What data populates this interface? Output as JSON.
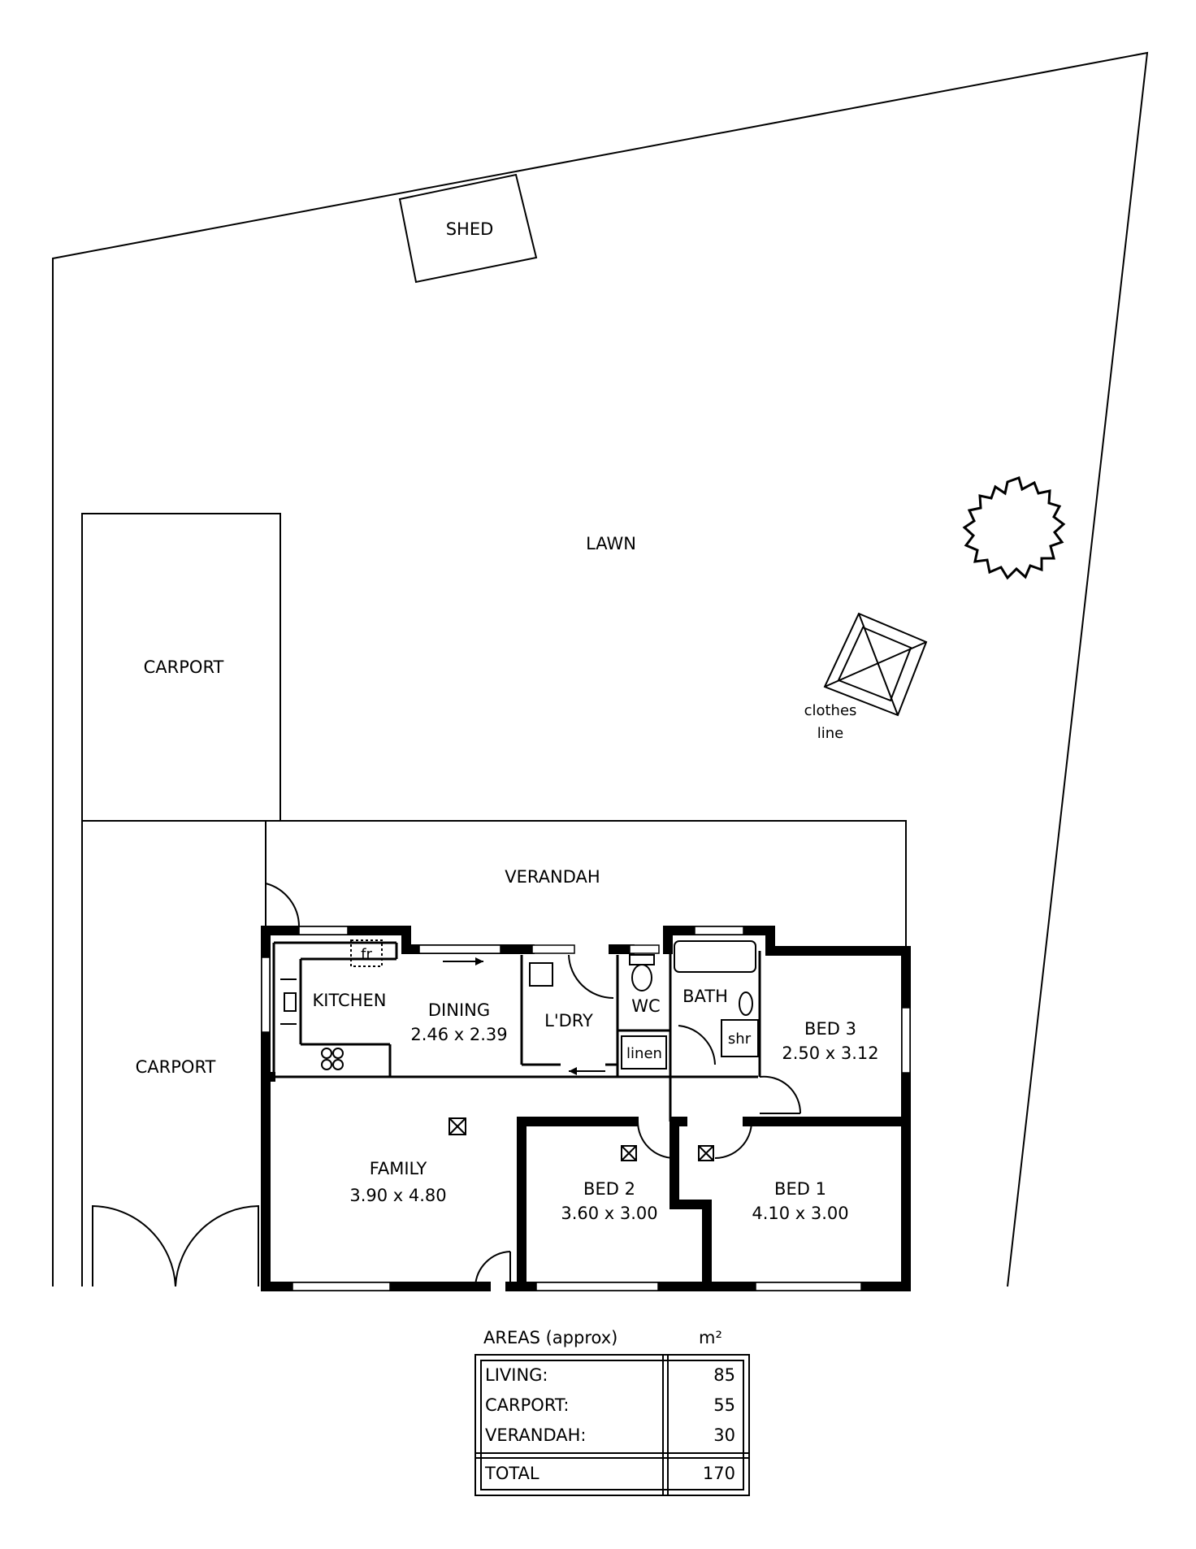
{
  "outdoor": {
    "shed": "SHED",
    "lawn": "LAWN",
    "carport_top": "CARPORT",
    "carport_bottom": "CARPORT",
    "verandah": "VERANDAH",
    "clothes_line_1": "clothes",
    "clothes_line_2": "line"
  },
  "rooms": {
    "kitchen": "KITCHEN",
    "fridge": "fr",
    "dining": "DINING",
    "dining_size": "2.46 x 2.39",
    "laundry": "L'DRY",
    "wc": "WC",
    "linen": "linen",
    "bath": "BATH",
    "shower": "shr",
    "bed3": "BED 3",
    "bed3_size": "2.50 x 3.12",
    "family": "FAMILY",
    "family_size": "3.90 x 4.80",
    "bed2": "BED 2",
    "bed2_size": "3.60 x 3.00",
    "bed1": "BED 1",
    "bed1_size": "4.10 x 3.00"
  },
  "areas": {
    "title": "AREAS (approx)",
    "unit": "m²",
    "rows": [
      {
        "label": "LIVING:",
        "value": "85"
      },
      {
        "label": "CARPORT:",
        "value": "55"
      },
      {
        "label": "VERANDAH:",
        "value": "30"
      }
    ],
    "total_label": "TOTAL",
    "total_value": "170"
  }
}
